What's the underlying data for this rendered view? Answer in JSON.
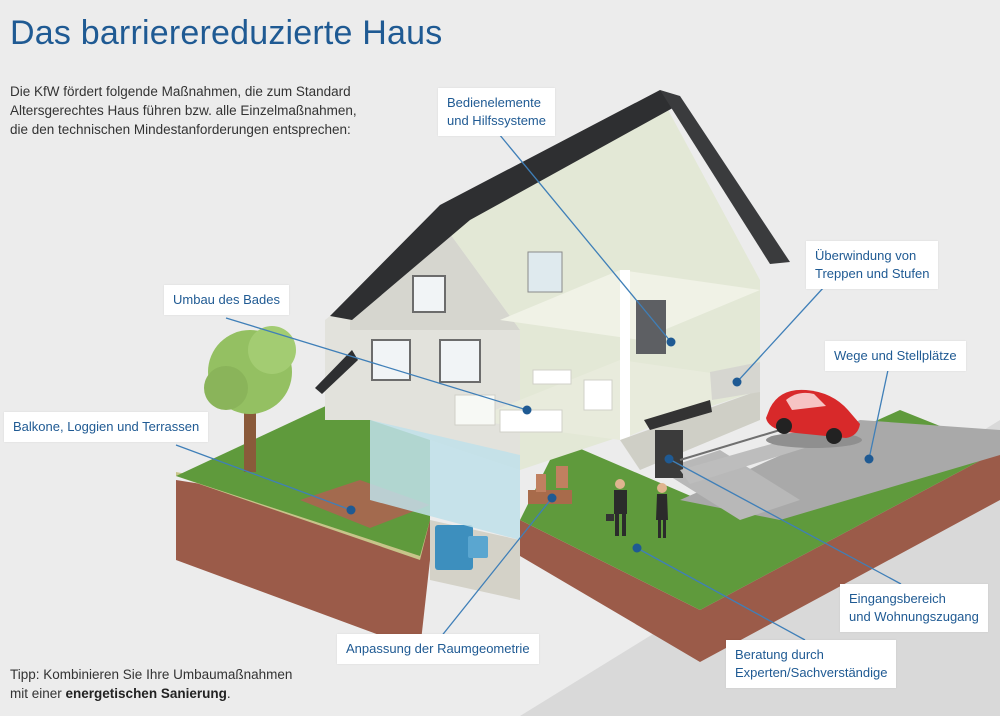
{
  "title": "Das barrierereduzierte Haus",
  "intro": [
    "Die KfW fördert folgende Maßnahmen, die zum Standard",
    "Altersgerechtes Haus führen bzw. alle Einzelmaßnahmen,",
    "die den technischen Mindestanforderungen entsprechen:"
  ],
  "tip": {
    "line1": "Tipp: Kombinieren Sie Ihre Umbaumaßnahmen",
    "line2_prefix": "mit einer ",
    "line2_bold": "energetischen Sanierung",
    "line2_suffix": "."
  },
  "labels": {
    "bedienelemente": [
      "Bedienelemente",
      "und Hilfssysteme"
    ],
    "umbau_bades": [
      "Umbau des Bades"
    ],
    "balkone": [
      "Balkone, Loggien und Terrassen"
    ],
    "treppen": [
      "Überwindung von",
      "Treppen und Stufen"
    ],
    "wege": [
      "Wege und Stellplätze"
    ],
    "eingang": [
      "Eingangsbereich",
      "und Wohnungszugang"
    ],
    "raumgeometrie": [
      "Anpassung der Raumgeometrie"
    ],
    "beratung": [
      "Beratung durch",
      "Experten/Sachverständige"
    ]
  },
  "colors": {
    "title": "#1f5a93",
    "label_text": "#1f5a93",
    "dot": "#1f5a93",
    "leader": "#3f7fb8",
    "grass": "#5f9a3c",
    "soil": "#9b5b49",
    "roof": "#2e2f31",
    "wall": "#dcdcd6",
    "car": "#d8292a"
  }
}
